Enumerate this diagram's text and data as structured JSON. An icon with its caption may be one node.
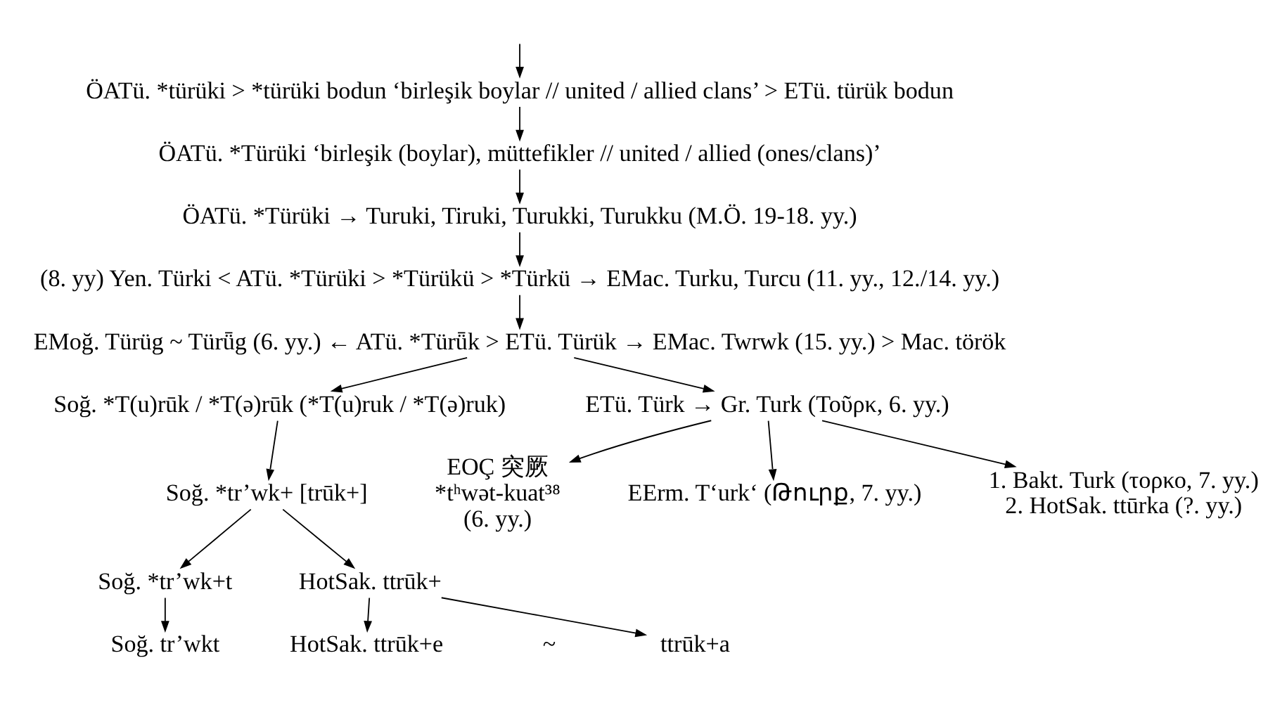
{
  "diagram": {
    "nodes": [
      {
        "text": [
          "ÖATü. *türüki > *türüki bodun ‘birleşik boylar // united / allied clans’ > ETü. türük bodun"
        ]
      },
      {
        "text": [
          "ÖATü. *Türüki ‘birleşik (boylar), müttefikler // united / allied (ones/clans)’"
        ]
      },
      {
        "text": [
          "ÖATü. *Türüki → Turuki, Tiruki, Turukki, Turukku (M.Ö. 19-18. yy.)"
        ]
      },
      {
        "text": [
          "(8. yy) Yen. Türki < ATü. *Türüki > *Türükü > *Türkü → EMac. Turku, Turcu (11. yy., 12./14. yy.)"
        ]
      },
      {
        "text": [
          "EMoğ. Türüg ~ Türǖg (6. yy.) ← ATü. *Türǖk > ETü. Türük → EMac. Twrwk (15. yy.) > Mac. török"
        ]
      },
      {
        "text": [
          "Soğ. *T(u)rūk / *T(ə)rūk (*T(u)ruk / *T(ə)ruk)"
        ]
      },
      {
        "text": [
          "ETü. Türk → Gr. Turk (Τοῦρκ, 6. yy.)"
        ]
      },
      {
        "text": [
          "Soğ. *tr’wk+ [trūk+]"
        ]
      },
      {
        "text": [
          "EOÇ 突厥",
          "*tʰwət-kuat³⁸",
          "(6. yy.)"
        ]
      },
      {
        "text": [
          "EErm. T‘urk‘ (Թուրք, 7. yy.)"
        ]
      },
      {
        "text": [
          "Soğ. *tr’wk+t"
        ]
      },
      {
        "text": [
          "HotSak. ttrūk+"
        ]
      },
      {
        "text": [
          "1. Bakt. Turk (τορκο, 7. yy.)",
          "2. HotSak. ttūrka (?. yy.)"
        ]
      },
      {
        "text": [
          "Soğ. tr’wkt"
        ]
      },
      {
        "text": [
          "HotSak. ttrūk+e"
        ]
      },
      {
        "text": [
          "ttrūk+a"
        ]
      }
    ],
    "edges": [
      {
        "from": null,
        "to": 0,
        "arrow": "to"
      },
      {
        "from": 0,
        "to": 1,
        "arrow": "to"
      },
      {
        "from": 1,
        "to": 2,
        "arrow": "to"
      },
      {
        "from": 2,
        "to": 3,
        "arrow": "to"
      },
      {
        "from": 3,
        "to": 4,
        "arrow": "to"
      },
      {
        "from": 4,
        "to": 5,
        "arrow": "to"
      },
      {
        "from": 4,
        "to": 6,
        "arrow": "to"
      },
      {
        "from": 5,
        "to": 7,
        "arrow": "to"
      },
      {
        "from": 6,
        "to": 8,
        "arrow": "to"
      },
      {
        "from": 6,
        "to": 12,
        "arrow": "to"
      },
      {
        "from": 6,
        "to": 9,
        "arrow": "to"
      },
      {
        "from": 7,
        "to": 10,
        "arrow": "to"
      },
      {
        "from": 7,
        "to": 11,
        "arrow": "to"
      },
      {
        "from": 10,
        "to": 13,
        "arrow": "to"
      },
      {
        "from": 11,
        "to": 14,
        "arrow": "to"
      },
      {
        "from": 11,
        "to": 15,
        "arrow": "to"
      }
    ],
    "labels": [
      "~"
    ]
  }
}
